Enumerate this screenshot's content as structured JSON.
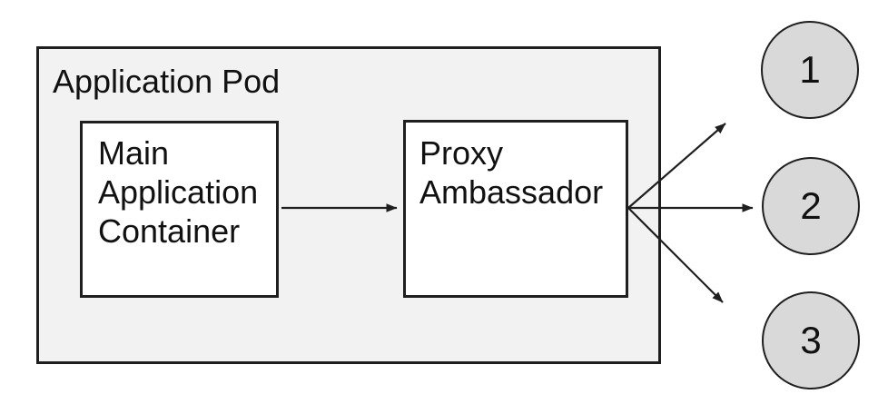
{
  "diagram": {
    "pod": {
      "label": "Application Pod"
    },
    "nodes": {
      "main": {
        "label": "Main\nApplication\nContainer"
      },
      "proxy": {
        "label": "Proxy\nAmbassador"
      }
    },
    "endpoints": [
      {
        "id": "endpoint-1",
        "label": "1"
      },
      {
        "id": "endpoint-2",
        "label": "2"
      },
      {
        "id": "endpoint-3",
        "label": "3"
      }
    ],
    "edges": [
      {
        "from": "main-application-container",
        "to": "proxy-ambassador"
      },
      {
        "from": "proxy-ambassador",
        "to": "endpoint-1"
      },
      {
        "from": "proxy-ambassador",
        "to": "endpoint-2"
      },
      {
        "from": "proxy-ambassador",
        "to": "endpoint-3"
      }
    ],
    "colors": {
      "pod_fill": "#f2f2f2",
      "node_fill": "#ffffff",
      "endpoint_fill": "#d9d9d9",
      "stroke": "#1f1f1f",
      "text": "#111111"
    }
  }
}
